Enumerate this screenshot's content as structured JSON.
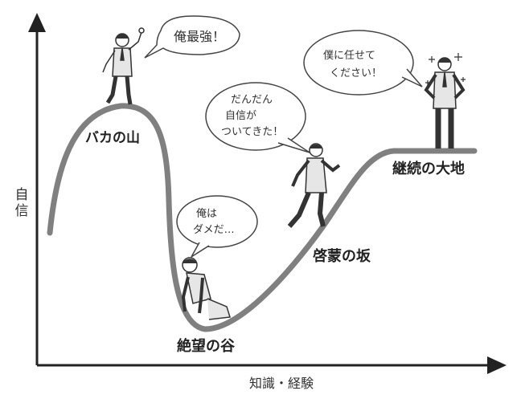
{
  "axes": {
    "y_label": "自信",
    "x_label": "知識・経験"
  },
  "stages": {
    "peak": "バカの山",
    "valley": "絶望の谷",
    "slope": "啓蒙の坂",
    "plateau": "継続の大地"
  },
  "bubbles": {
    "peak": [
      "俺最強！"
    ],
    "valley": [
      "俺は",
      "ダメだ…"
    ],
    "slope": [
      "だんだん",
      "自信が",
      "ついてきた！"
    ],
    "plateau": [
      "僕に任せて",
      "ください！"
    ]
  },
  "colors": {
    "curve": "#808080",
    "axis": "#222222",
    "figure_suit": "#e6e6e6",
    "figure_line": "#333333"
  }
}
